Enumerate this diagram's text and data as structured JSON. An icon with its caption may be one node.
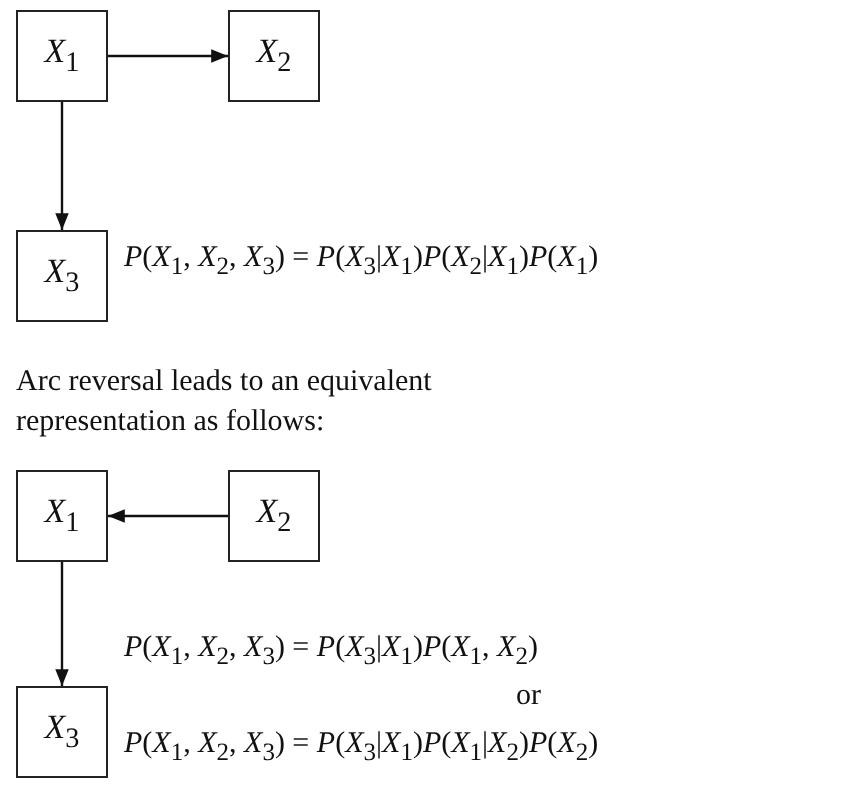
{
  "diagram": {
    "nodes": [
      {
        "text": [
          "*X*$_{1}$"
        ]
      },
      {
        "text": [
          "*X*$_{2}$"
        ]
      },
      {
        "text": [
          "*X*$_{3}$"
        ]
      },
      {
        "text": [
          "*X*$_{1}$"
        ]
      },
      {
        "text": [
          "*X*$_{2}$"
        ]
      },
      {
        "text": [
          "*X*$_{3}$"
        ]
      }
    ],
    "edges": [
      {
        "from": 0,
        "to": 1,
        "arrow": "to"
      },
      {
        "from": 0,
        "to": 2,
        "arrow": "to"
      },
      {
        "from": 4,
        "to": 3,
        "arrow": "to"
      },
      {
        "from": 3,
        "to": 5,
        "arrow": "to"
      }
    ],
    "labels": [
      "*P*(*X*$_{1}$, *X*$_{2}$, *X*$_{3}$) = *P*(*X*$_{3}$|*X*$_{1}$)*P*(*X*$_{2}$|*X*$_{1}$)*P*(*X*$_{1}$)",
      "Arc reversal leads to an equivalent representation as follows:",
      "*P*(*X*$_{1}$, *X*$_{2}$, *X*$_{3}$) = *P*(*X*$_{3}$|*X*$_{1}$)*P*(*X*$_{1}$, *X*$_{2}$)",
      "or",
      "*P*(*X*$_{1}$, *X*$_{2}$, *X*$_{3}$) = *P*(*X*$_{3}$|*X*$_{1}$)*P*(*X*$_{1}$|*X*$_{2}$)*P*(*X*$_{2}$)"
    ]
  }
}
